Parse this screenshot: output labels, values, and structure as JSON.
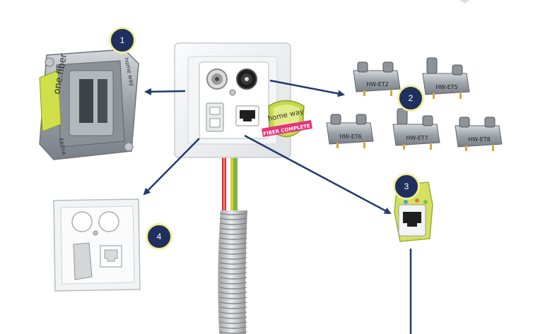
{
  "badges": [
    "1",
    "2",
    "3",
    "4"
  ],
  "insert": {
    "brand": "one.fiber",
    "maker": "home way",
    "standard": "EASY-A"
  },
  "modules": [
    "HW-ET2",
    "HW-ET5",
    "HW-ET6",
    "HW-ET7",
    "HW-ET8"
  ],
  "seal": {
    "brand": "home way",
    "ribbon": "FIBER COMPLETE"
  },
  "colors": {
    "arrow": "#1f3a6e",
    "badge_fill": "#1f2f5e",
    "badge_ring": "#f2ee9a",
    "frame": "#eef0f2",
    "accent_green": "#c9d64a",
    "ribbon_pink": "#e6337a"
  }
}
